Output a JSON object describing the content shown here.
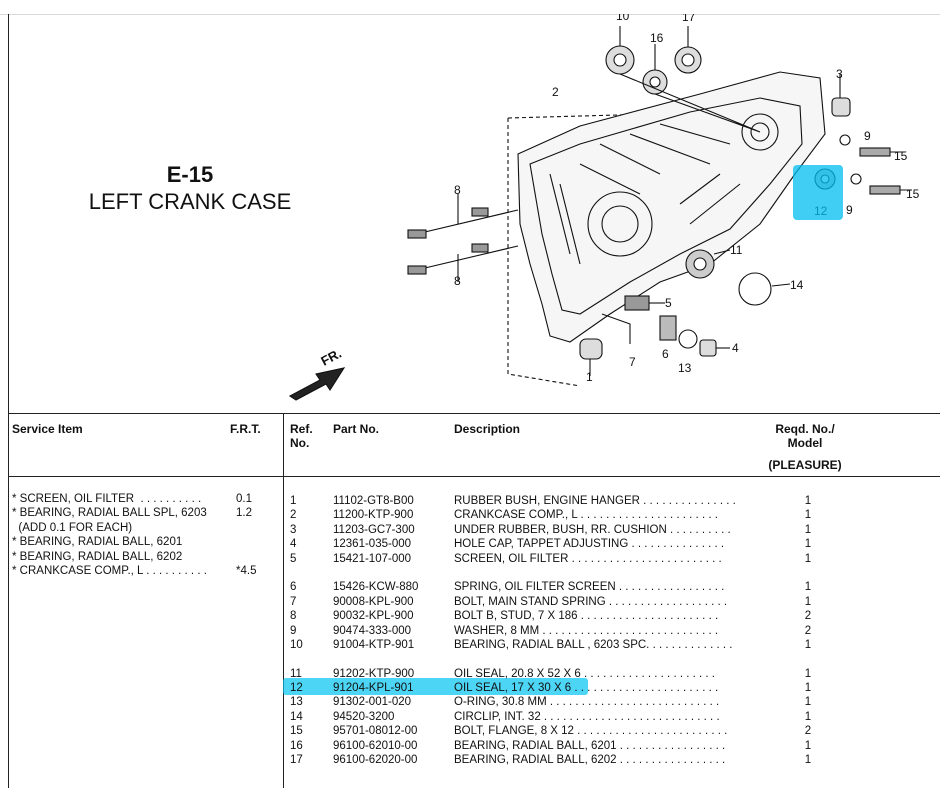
{
  "title": {
    "code": "E-15",
    "name": "LEFT CRANK CASE"
  },
  "diagram": {
    "direction_label": "FR.",
    "callouts": [
      "10",
      "17",
      "16",
      "2",
      "3",
      "9",
      "15",
      "8",
      "12",
      "9",
      "15",
      "11",
      "14",
      "5",
      "8",
      "6",
      "4",
      "7",
      "13",
      "1"
    ],
    "highlight_color": "#00bef0"
  },
  "table_header": {
    "service_item": "Service Item",
    "frt": "F.R.T.",
    "ref_no": "Ref.\nNo.",
    "part_no": "Part No.",
    "description": "Description",
    "reqd_no": "Reqd. No./\nModel",
    "model": "(PLEASURE)"
  },
  "service_items": [
    {
      "text": "* SCREEN, OIL FILTER  . . . . . . . . . .",
      "value": "0.1"
    },
    {
      "text": "* BEARING, RADIAL BALL SPL, 6203",
      "value": "1.2"
    },
    {
      "text": "  (ADD 0.1 FOR EACH)",
      "value": ""
    },
    {
      "text": "* BEARING, RADIAL BALL, 6201",
      "value": ""
    },
    {
      "text": "* BEARING, RADIAL BALL, 6202",
      "value": ""
    },
    {
      "text": "* CRANKCASE COMP., L . . . . . . . . . .",
      "value": "*4.5"
    }
  ],
  "parts": [
    {
      "ref": "1",
      "part_no": "11102-GT8-B00",
      "description": "RUBBER BUSH, ENGINE HANGER  . . . . . . . . . . . . . . .",
      "qty": "1"
    },
    {
      "ref": "2",
      "part_no": "11200-KTP-900",
      "description": "CRANKCASE COMP., L  . . . . . . . . . . . . . . . . . . . . . .",
      "qty": "1"
    },
    {
      "ref": "3",
      "part_no": "11203-GC7-300",
      "description": "UNDER RUBBER, BUSH, RR. CUSHION  . . . . . . . . . .",
      "qty": "1"
    },
    {
      "ref": "4",
      "part_no": "12361-035-000",
      "description": "HOLE CAP, TAPPET ADJUSTING  . . . . . . . . . . . . . . .",
      "qty": "1"
    },
    {
      "ref": "5",
      "part_no": "15421-107-000",
      "description": "SCREEN, OIL FILTER . . . . . . . . . . . . . . . . . . . . . . . .",
      "qty": "1"
    },
    {
      "ref": "6",
      "part_no": "15426-KCW-880",
      "description": "SPRING, OIL FILTER SCREEN  . . . . . . . . . . . . . . . . .",
      "qty": "1",
      "gap": true
    },
    {
      "ref": "7",
      "part_no": "90008-KPL-900",
      "description": "BOLT, MAIN STAND SPRING . . . . . . . . . . . . . . . . . . .",
      "qty": "1"
    },
    {
      "ref": "8",
      "part_no": "90032-KPL-900",
      "description": "BOLT B, STUD, 7 X 186  . . . . . . . . . . . . . . . . . . . . . .",
      "qty": "2"
    },
    {
      "ref": "9",
      "part_no": "90474-333-000",
      "description": "WASHER, 8 MM  . . . . . . . . . . . . . . . . . . . . . . . . . . . .",
      "qty": "2"
    },
    {
      "ref": "10",
      "part_no": "91004-KTP-901",
      "description": "BEARING, RADIAL BALL , 6203 SPC. . . . . . . . . . . . . .",
      "qty": "1"
    },
    {
      "ref": "11",
      "part_no": "91202-KTP-900",
      "description": "OIL SEAL, 20.8 X 52 X 6  . . . . . . . . . . . . . . . . . . . . .",
      "qty": "1",
      "gap": true
    },
    {
      "ref": "12",
      "part_no": "91204-KPL-901",
      "description": "OIL SEAL, 17 X 30 X 6  . . . . . . . . . . . . . . . . . . . . . . .",
      "qty": "1"
    },
    {
      "ref": "13",
      "part_no": "91302-001-020",
      "description": "O-RING, 30.8 MM  . . . . . . . . . . . . . . . . . . . . . . . . . . .",
      "qty": "1"
    },
    {
      "ref": "14",
      "part_no": "94520-3200",
      "description": "CIRCLIP, INT. 32 . . . . . . . . . . . . . . . . . . . . . . . . . . . .",
      "qty": "1"
    },
    {
      "ref": "15",
      "part_no": "95701-08012-00",
      "description": "BOLT, FLANGE, 8 X 12 . . . . . . . . . . . . . . . . . . . . . . . .",
      "qty": "2"
    },
    {
      "ref": "16",
      "part_no": "96100-62010-00",
      "description": "BEARING, RADIAL BALL, 6201  . . . . . . . . . . . . . . . . .",
      "qty": "1"
    },
    {
      "ref": "17",
      "part_no": "96100-62020-00",
      "description": "BEARING, RADIAL BALL, 6202  . . . . . . . . . . . . . . . . .",
      "qty": "1"
    }
  ]
}
